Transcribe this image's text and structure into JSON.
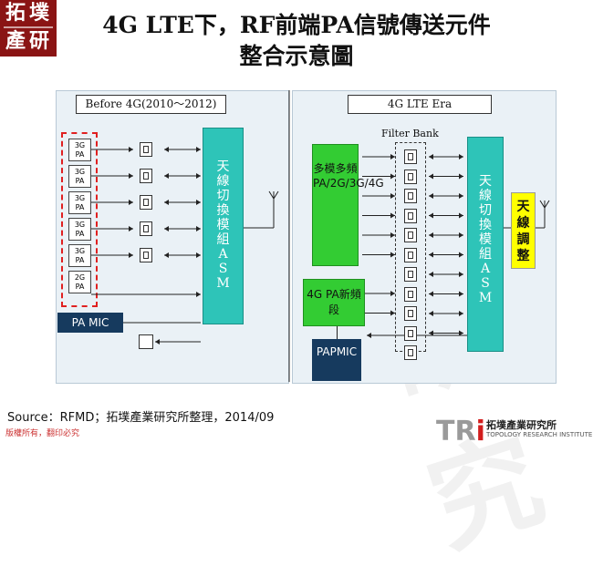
{
  "logo": {
    "chars": [
      "拓",
      "墣",
      "產",
      "研"
    ]
  },
  "title": {
    "line1": "4G LTE下，RF前端PA信號傳送元件",
    "line2": "整合示意圖"
  },
  "left_panel": {
    "header": "Before 4G(2010～2012)",
    "pa_blocks": [
      {
        "band": "3G",
        "type": "PA"
      },
      {
        "band": "3G",
        "type": "PA"
      },
      {
        "band": "3G",
        "type": "PA"
      },
      {
        "band": "3G",
        "type": "PA"
      },
      {
        "band": "3G",
        "type": "PA"
      },
      {
        "band": "2G",
        "type": "PA"
      }
    ],
    "asm_chars": [
      "天",
      "線",
      "切",
      "換",
      "模",
      "組",
      "A",
      "S",
      "M"
    ],
    "pamic": "PA MIC"
  },
  "right_panel": {
    "header": "4G LTE Era",
    "filter_bank": "Filter Bank",
    "multimode_lines": [
      "多模",
      "多頻",
      "PA/",
      "2G/",
      "3G/",
      "4G"
    ],
    "newband_lines": [
      "4G PA",
      "新頻段"
    ],
    "asm_chars": [
      "天",
      "線",
      "切",
      "換",
      "模",
      "組",
      "A",
      "S",
      "M"
    ],
    "tuner_chars": [
      "天",
      "線",
      "調",
      "整"
    ],
    "pmic_lines": [
      "PA",
      "PMIC"
    ]
  },
  "footer": {
    "source": "Source：RFMD；拓墣產業研究所整理，2014/09",
    "copyright": "版權所有，翻印必究",
    "brand_tri": "TRi",
    "brand_cn": "拓墣產業研究所",
    "brand_en": "TOPOLOGY RESEARCH INSTITUTE"
  },
  "colors": {
    "asm": "#2ec4b8",
    "pa_green": "#33cc33",
    "tuner": "#ffff00",
    "navy": "#163a5e",
    "dashed_red": "#e02020"
  }
}
